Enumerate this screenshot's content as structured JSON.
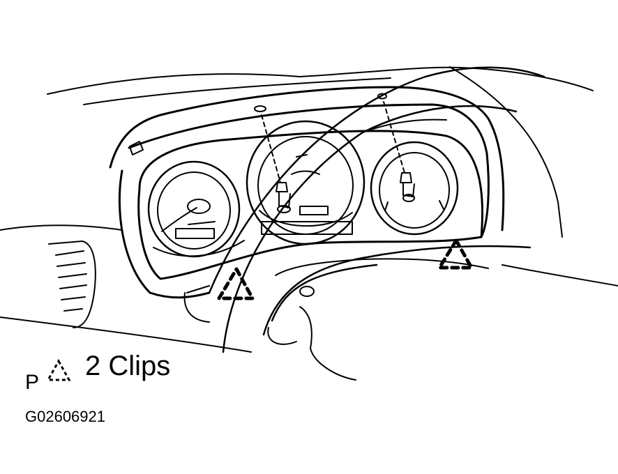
{
  "legend": {
    "prefix": "P",
    "symbol_icon": "dashed-triangle-icon",
    "text": "2 Clips"
  },
  "figure_code": "G02606921",
  "colors": {
    "ink": "#000000",
    "paper": "#ffffff"
  }
}
